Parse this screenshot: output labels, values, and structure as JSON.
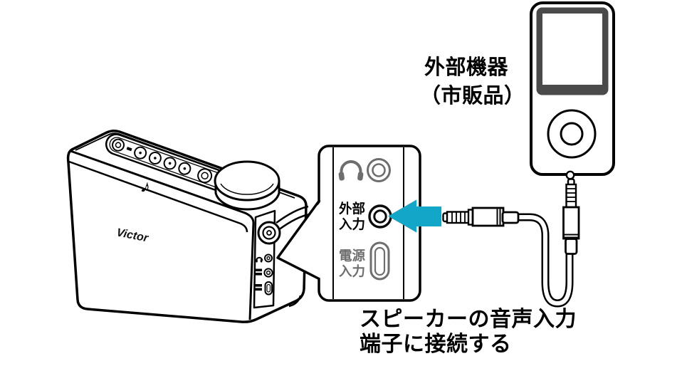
{
  "illustration": {
    "external_device": {
      "label_line1": "外部機器",
      "label_line2": "（市販品）"
    },
    "caption": {
      "line1": "スピーカーの音声入力",
      "line2": "端子に接続する"
    },
    "jack_panel": {
      "external_input_label": {
        "line1": "外部",
        "line2": "入力"
      },
      "power_input_label": {
        "line1": "電源",
        "line2": "入力"
      }
    },
    "speaker": {
      "brand": "Victor",
      "emblem": "♪"
    },
    "colors": {
      "arrow": "#12A7C8",
      "outline": "#000000",
      "inactive_gray": "#6E6E6E",
      "screen_bezel": "#4A4A4A",
      "background": "#FFFFFF"
    }
  }
}
